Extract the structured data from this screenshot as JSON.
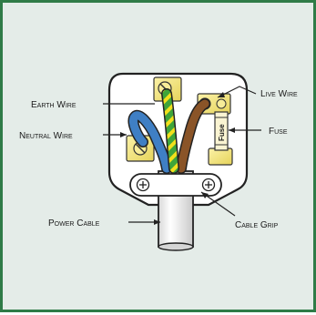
{
  "labels": {
    "earth_wire": "Earth Wire",
    "live_wire": "Live Wire",
    "neutral_wire": "Neutral Wire",
    "fuse": "Fuse",
    "fuse_marking": "Fuse",
    "power_cable": "Power Cable",
    "cable_grip": "Cable Grip"
  },
  "colors": {
    "frame_border": "#2f7b47",
    "background": "#e4ece8",
    "earth_wire": "#3fa53a",
    "earth_wire_stripe": "#f2e01c",
    "neutral_wire": "#3f7fc4",
    "live_wire": "#8a5428",
    "terminals": "#f3e57a",
    "plug_body": "#ffffff",
    "cable": "#ffffff"
  }
}
